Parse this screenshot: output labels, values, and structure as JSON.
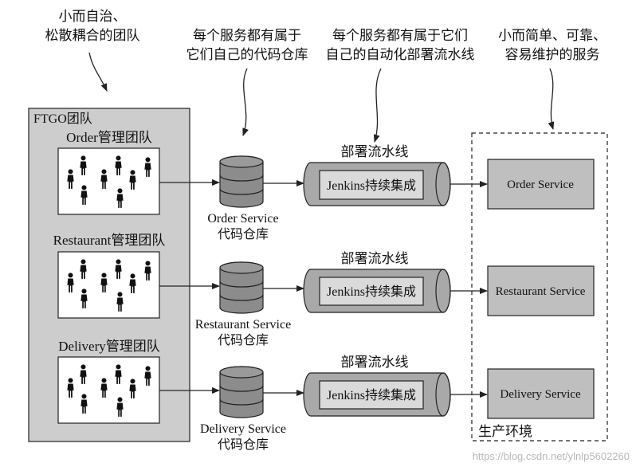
{
  "callouts": [
    {
      "line1": "小而自治、",
      "line2": "松散耦合的团队"
    },
    {
      "line1": "每个服务都有属于",
      "line2": "它们自己的代码仓库"
    },
    {
      "line1": "每个服务都有属于它们",
      "line2": "自己的自动化部署流水线"
    },
    {
      "line1": "小而简单、可靠、",
      "line2": "容易维护的服务"
    }
  ],
  "team_group": {
    "title": "FTGO团队",
    "teams": [
      {
        "label": "Order管理团队"
      },
      {
        "label": "Restaurant管理团队"
      },
      {
        "label": "Delivery管理团队"
      }
    ]
  },
  "repositories": [
    {
      "name": "Order Service",
      "type": "代码仓库"
    },
    {
      "name": "Restaurant Service",
      "type": "代码仓库"
    },
    {
      "name": "Delivery Service",
      "type": "代码仓库"
    }
  ],
  "pipelines": [
    {
      "label": "部署流水线",
      "stage": "Jenkins持续集成"
    },
    {
      "label": "部署流水线",
      "stage": "Jenkins持续集成"
    },
    {
      "label": "部署流水线",
      "stage": "Jenkins持续集成"
    }
  ],
  "production": {
    "label": "生产环境",
    "services": [
      {
        "name": "Order Service"
      },
      {
        "name": "Restaurant Service"
      },
      {
        "name": "Delivery Service"
      }
    ]
  },
  "watermark": "https://blog.csdn.net/ylnlp5602260",
  "colors": {
    "team_group_fill": "#cdcdcd",
    "people_box_fill": "#ffffff",
    "repo_fill": "#8c8c8c",
    "pipeline_fill": "#a9a9a9",
    "stage_fill": "#dadada",
    "service_fill": "#bfbfbf"
  }
}
